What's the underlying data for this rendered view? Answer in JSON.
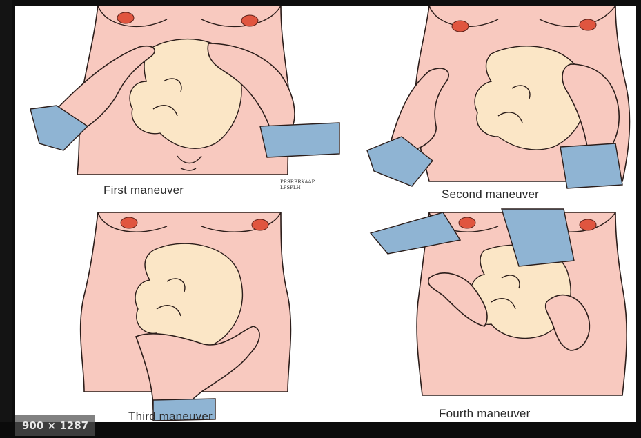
{
  "image": {
    "panels": [
      {
        "id": "first",
        "caption": "First maneuver"
      },
      {
        "id": "second",
        "caption": "Second maneuver"
      },
      {
        "id": "third",
        "caption": "Third maneuver"
      },
      {
        "id": "fourth",
        "caption": "Fourth maneuver"
      }
    ],
    "stamp_text": [
      "PRSRBRKAAP",
      "LPSPLH"
    ],
    "size_badge": "900 × 1287"
  },
  "colors": {
    "skin": "#f8c9bf",
    "fetus": "#fbe6c6",
    "sleeve": "#8fb4d3",
    "outline": "#2b1d1a",
    "nipple": "#e0553f"
  }
}
